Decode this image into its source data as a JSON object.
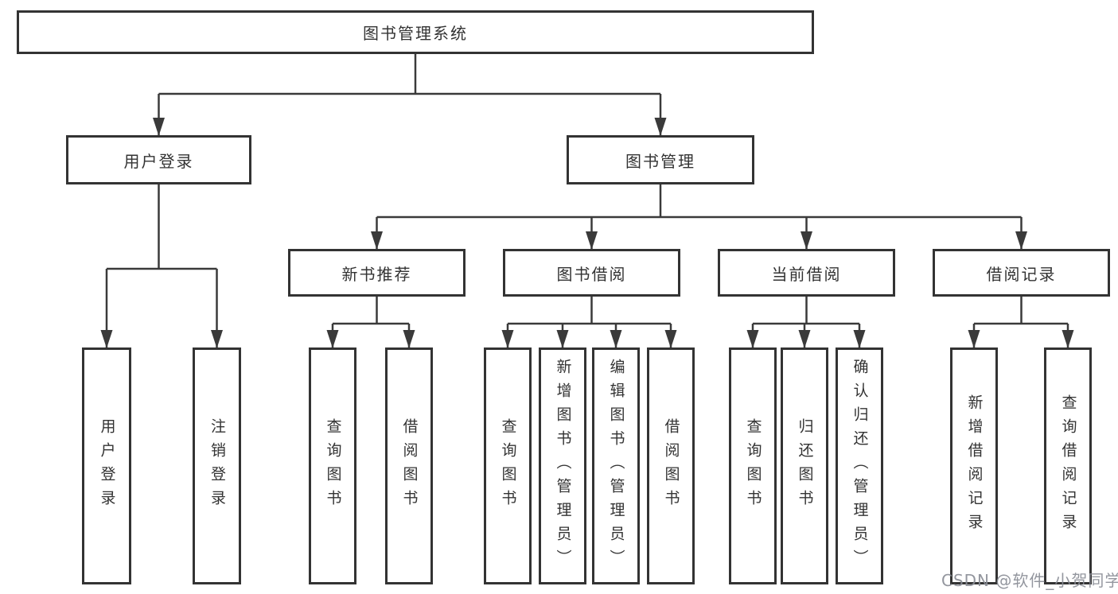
{
  "diagram": {
    "root": {
      "label": "图书管理系统"
    },
    "level2": {
      "user_login": {
        "label": "用户登录"
      },
      "book_management": {
        "label": "图书管理"
      }
    },
    "level3": {
      "new_book_recommend": {
        "label": "新书推荐"
      },
      "book_borrowing": {
        "label": "图书借阅"
      },
      "current_borrowing": {
        "label": "当前借阅"
      },
      "borrowing_records": {
        "label": "借阅记录"
      }
    },
    "leaves": {
      "user_login": {
        "label": "用户登录"
      },
      "logout": {
        "label": "注销登录"
      },
      "recommend_query_books": {
        "label": "查询图书"
      },
      "recommend_borrow_books": {
        "label": "借阅图书"
      },
      "borrowing_query_books": {
        "label": "查询图书"
      },
      "borrowing_add_books_admin": {
        "label": "新增图书（管理员）"
      },
      "borrowing_edit_books_admin": {
        "label": "编辑图书（管理员）"
      },
      "borrowing_borrow_books": {
        "label": "借阅图书"
      },
      "current_query_books": {
        "label": "查询图书"
      },
      "current_return_books": {
        "label": "归还图书"
      },
      "current_confirm_return_admin": {
        "label": "确认归还（管理员）"
      },
      "records_add_record": {
        "label": "新增借阅记录"
      },
      "records_query_record": {
        "label": "查询借阅记录"
      }
    }
  },
  "watermark": {
    "text": "CSDN @软件_小贺同学"
  },
  "colors": {
    "background": "#ffffff",
    "line": "#3a3a3a",
    "box_border": "#333333",
    "text": "#333333",
    "watermark": "#8a8d96"
  }
}
